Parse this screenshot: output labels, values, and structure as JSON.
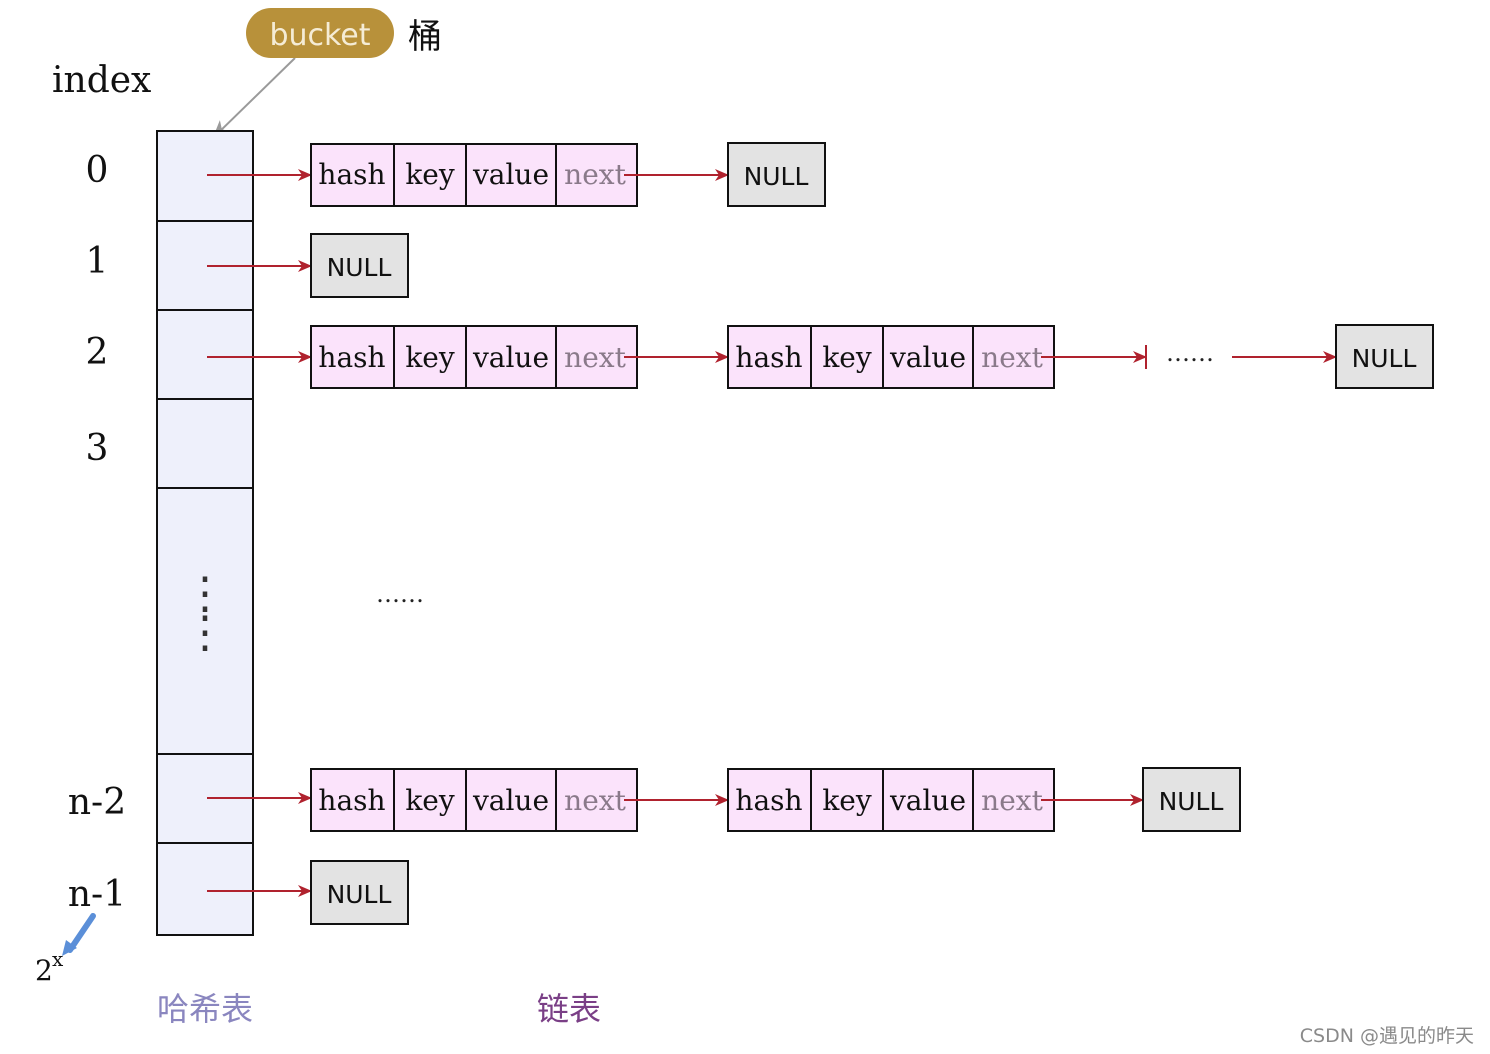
{
  "callout": {
    "bucket_label": "bucket",
    "bucket_cn": "桶"
  },
  "index_header": "index",
  "index_labels": [
    "0",
    "1",
    "2",
    "3",
    "n-2",
    "n-1"
  ],
  "bucket_ellipsis": "⋮",
  "node_fields": [
    "hash",
    "key",
    "value",
    "next"
  ],
  "null_label": "NULL",
  "chain_ellipsis": "……",
  "middle_ellipsis": "……",
  "capacity_note": {
    "base": "2",
    "exponent": "x"
  },
  "captions": {
    "hash_table": "哈希表",
    "linked_list": "链表"
  },
  "watermark": "CSDN @遇见的昨天",
  "colors": {
    "bucket_fill": "#eef0fb",
    "node_fill": "#fbe3fb",
    "null_fill": "#e3e3e3",
    "arrow": "#b0222e",
    "callout_fill": "#b8913a",
    "callout_line": "#9a9a9a",
    "note_arrow": "#5b8fd8",
    "caption_hash": "#8a86bf",
    "caption_list": "#7a3f86",
    "next_text": "#8a7a8a",
    "watermark_text": "#8a8a8a"
  }
}
